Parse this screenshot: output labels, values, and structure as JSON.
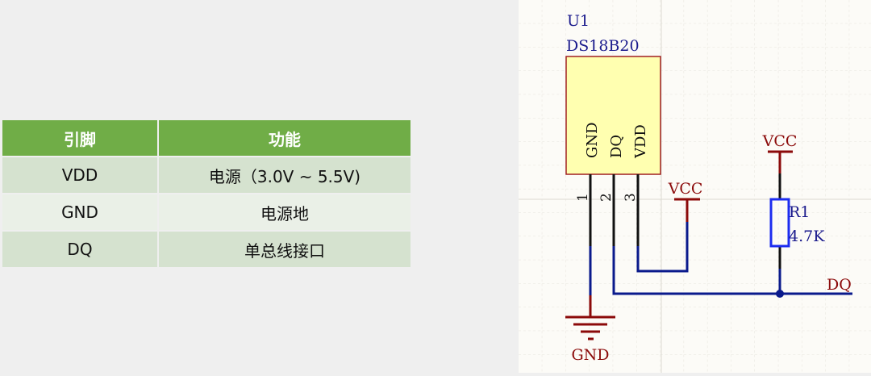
{
  "table": {
    "headers": [
      "引脚",
      "功能"
    ],
    "rows": [
      {
        "pin": "VDD",
        "function": "电源（3.0V ~ 5.5V)"
      },
      {
        "pin": "GND",
        "function": "电源地"
      },
      {
        "pin": "DQ",
        "function": "单总线接口"
      }
    ]
  },
  "schematic": {
    "designator": "U1",
    "part": "DS18B20",
    "pin_names": [
      "GND",
      "DQ",
      "VDD"
    ],
    "pin_numbers": [
      "1",
      "2",
      "3"
    ],
    "vcc_label": "VCC",
    "vcc_label_2": "VCC",
    "gnd_label": "GND",
    "resistor_designator": "R1",
    "resistor_value": "4.7K",
    "net_label": "DQ",
    "colors": {
      "wire": "#0a1a8c",
      "power": "#8b0a0a",
      "part_fill": "#ffffb0",
      "resistor": "#1c2cf0"
    }
  }
}
